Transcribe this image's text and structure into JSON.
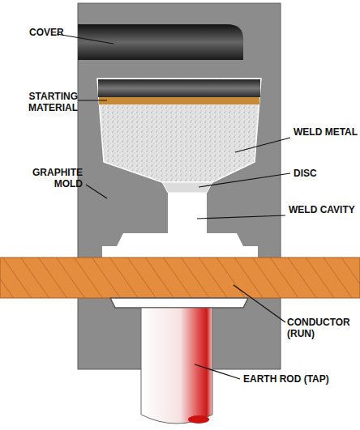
{
  "diagram": {
    "labels": [
      "COVER",
      "STARTING MATERIAL",
      "WELD METAL",
      "DISC",
      "GRAPHITE MOLD",
      "WELD CAVITY",
      "CONDUCTOR (RUN)",
      "EARTH ROD (TAP)"
    ]
  }
}
